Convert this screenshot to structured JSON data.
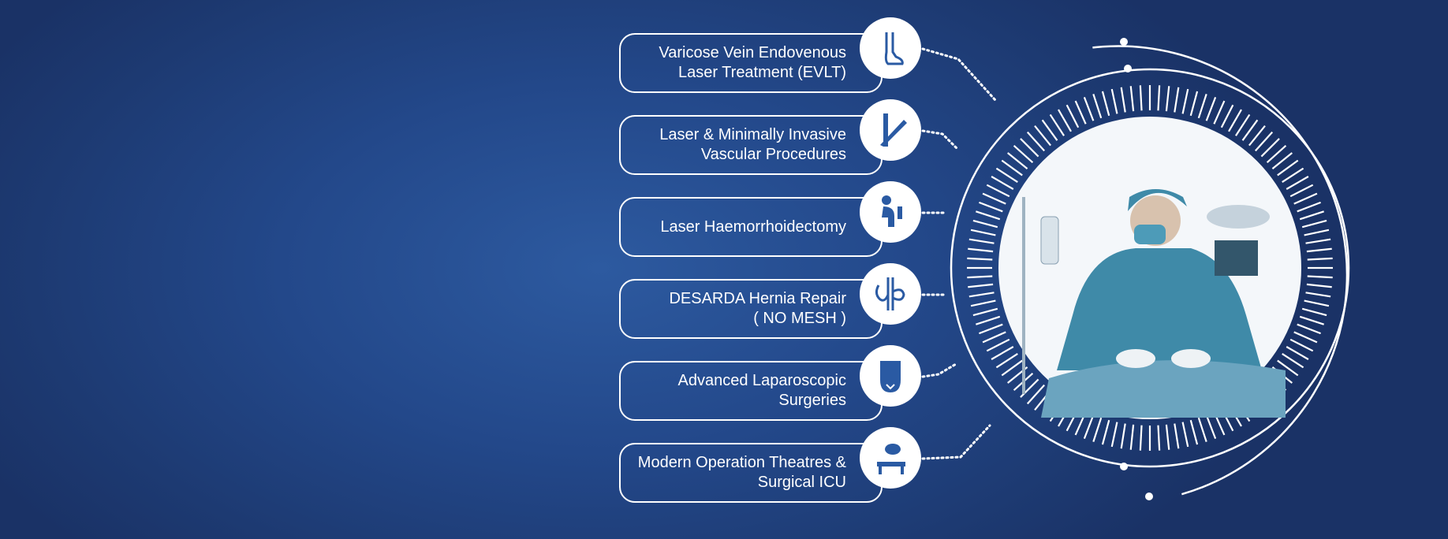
{
  "services": [
    {
      "label": "Varicose Vein Endovenous\nLaser Treatment (EVLT)",
      "icon": "leg-vein-icon"
    },
    {
      "label": "Laser & Minimally Invasive\nVascular Procedures",
      "icon": "scalpel-vessel-icon"
    },
    {
      "label": "Laser Haemorrhoidectomy",
      "icon": "toilet-person-icon"
    },
    {
      "label": "DESARDA Hernia Repair\n( NO MESH )",
      "icon": "hernia-anatomy-icon"
    },
    {
      "label": "Advanced Laparoscopic\nSurgeries",
      "icon": "abdomen-laparoscopy-icon"
    },
    {
      "label": "Modern Operation Theatres &\nSurgical ICU",
      "icon": "operating-light-table-icon"
    }
  ],
  "colors": {
    "background": "#23488a",
    "accent": "#ffffff",
    "icon": "#2a5aa3"
  }
}
